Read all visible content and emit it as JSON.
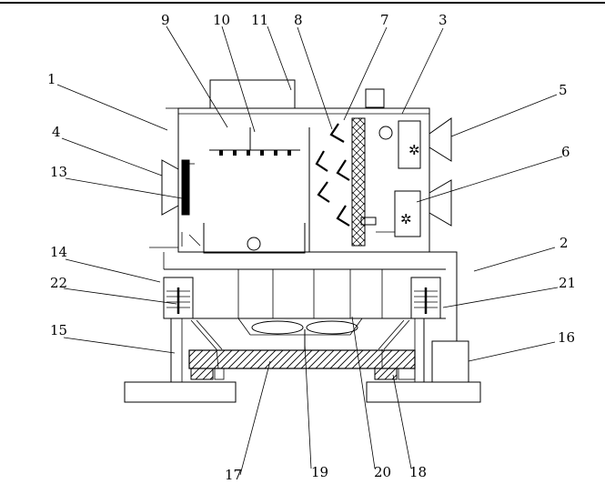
{
  "labels": {
    "l1": "1",
    "l2": "2",
    "l3": "3",
    "l4": "4",
    "l5": "5",
    "l6": "6",
    "l7": "7",
    "l8": "8",
    "l9": "9",
    "l10": "10",
    "l11": "11",
    "l13": "13",
    "l14": "14",
    "l15": "15",
    "l16": "16",
    "l17": "17",
    "l18": "18",
    "l19": "19",
    "l20": "20",
    "l21": "21",
    "l22": "22"
  }
}
